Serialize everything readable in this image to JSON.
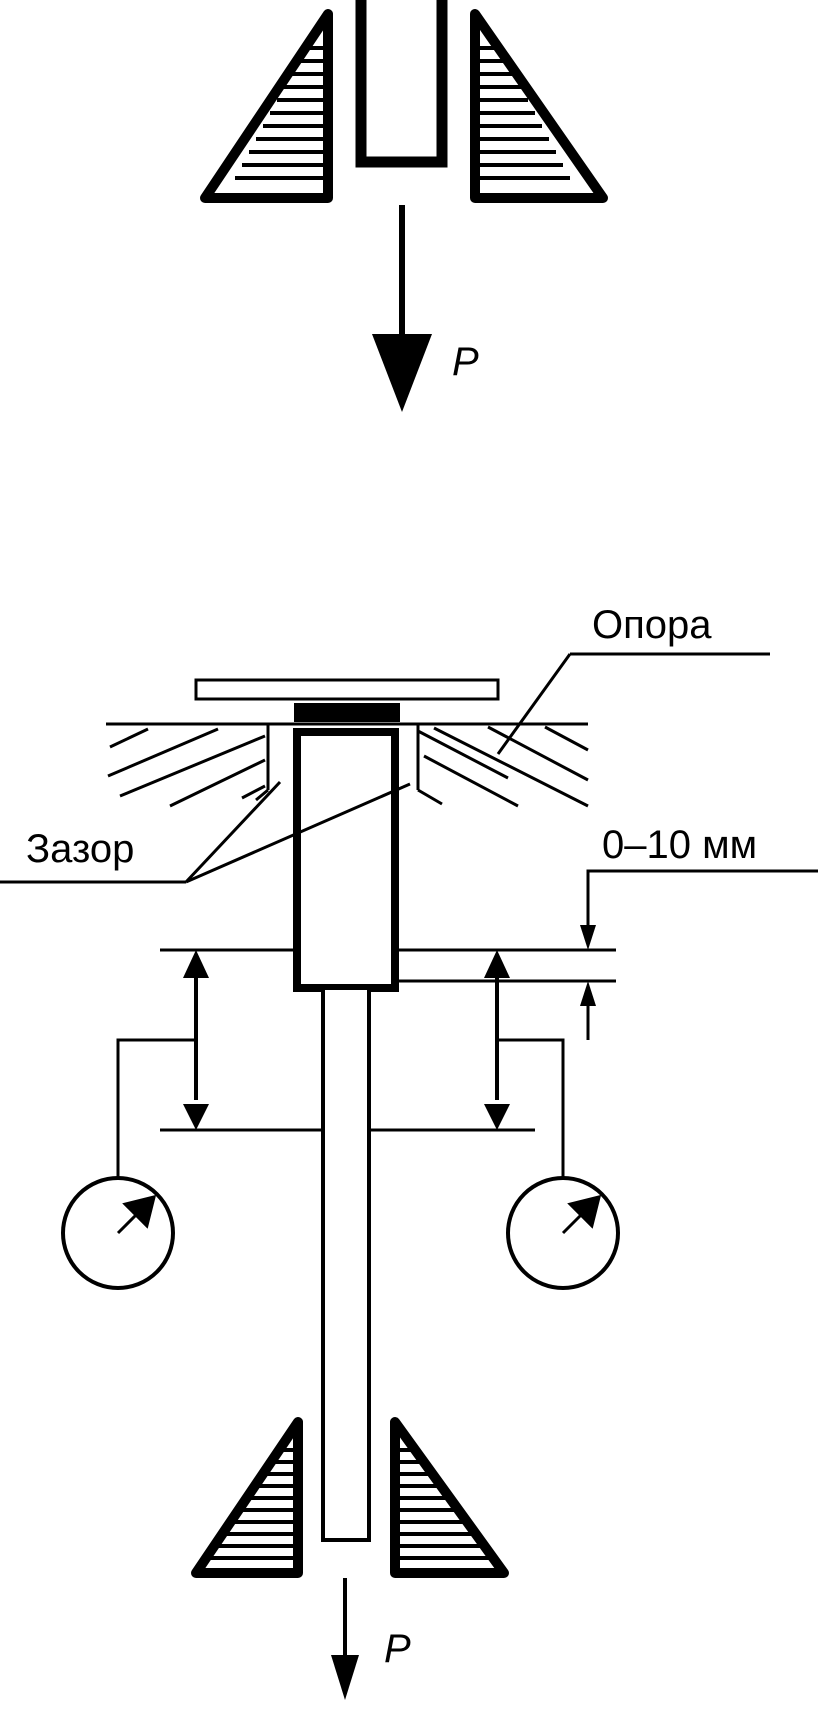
{
  "figure": {
    "top": {
      "force_label": "P"
    },
    "bottom": {
      "support_label": "Опора",
      "gap_label": "Зазор",
      "dimension_label": "0–10 мм",
      "force_label": "P"
    }
  }
}
